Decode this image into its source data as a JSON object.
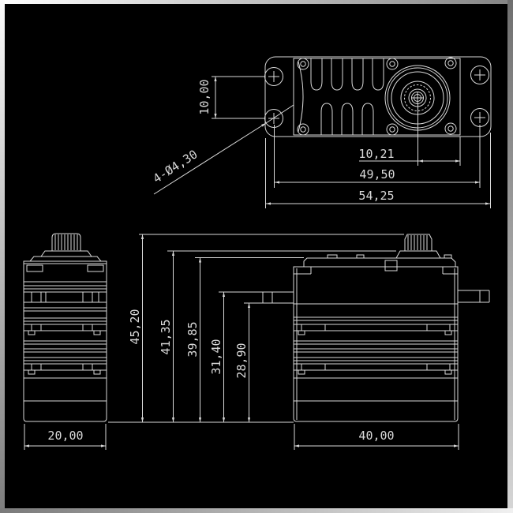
{
  "drawing_type": "servo-dimension-drawing",
  "colors": {
    "canvas": "#000000",
    "line": "#d9d9d9",
    "text": "#d9d9d9",
    "frame_light": "#ffffff",
    "frame_dark": "#7c7c7c"
  },
  "dimensions": {
    "top_view": {
      "mount_hole_spacing_vertical": "10,00",
      "mount_hole_callout": "4-Ø4,30",
      "shaft_to_edge": "10,21",
      "mount_hole_spacing_horizontal": "49,50",
      "overall_width": "54,25"
    },
    "heights": {
      "overall": "45,20",
      "to_collar_top": "41,35",
      "to_case_top": "39,85",
      "to_tab_top": "31,40",
      "to_tab_bottom": "28,90"
    },
    "widths": {
      "side_view": "20,00",
      "front_view": "40,00"
    }
  }
}
